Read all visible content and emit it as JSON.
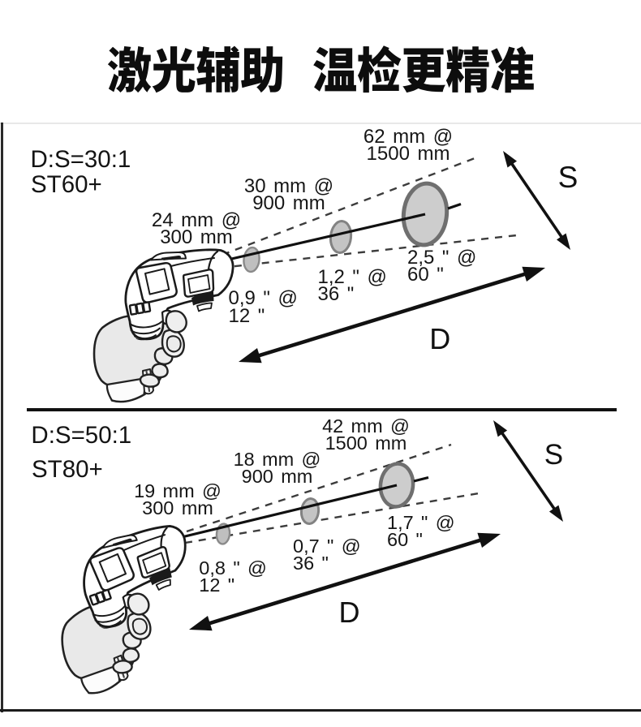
{
  "title": {
    "text": "激光辅助 温检更精准"
  },
  "colors": {
    "ink": "#1a1a1a",
    "spot_fill": "#cdcdcd",
    "spot_stroke": "#6f6f6f",
    "hand_fill": "#ececec",
    "background": "#ffffff"
  },
  "panel1": {
    "ratio": "D:S=30:1",
    "model": "ST60+",
    "metric_labels": [
      {
        "line1": "24 mm @",
        "line2": "300 mm"
      },
      {
        "line1": "30 mm @",
        "line2": "900 mm"
      },
      {
        "line1": "62 mm @",
        "line2": "1500 mm"
      }
    ],
    "imperial_labels": [
      {
        "line1": "0,9 \" @",
        "line2": "12 \""
      },
      {
        "line1": "1,2 \" @",
        "line2": "36 \""
      },
      {
        "line1": "2,5 \" @",
        "line2": "60 \""
      }
    ],
    "spot_axis_label": "S",
    "distance_axis_label": "D"
  },
  "panel2": {
    "ratio": "D:S=50:1",
    "model": "ST80+",
    "metric_labels": [
      {
        "line1": "19 mm @",
        "line2": "300 mm"
      },
      {
        "line1": "18 mm @",
        "line2": "900 mm"
      },
      {
        "line1": "42 mm @",
        "line2": "1500 mm"
      }
    ],
    "imperial_labels": [
      {
        "line1": "0,8 \" @",
        "line2": "12 \""
      },
      {
        "line1": "0,7 \" @",
        "line2": "36 \""
      },
      {
        "line1": "1,7 \" @",
        "line2": "60 \""
      }
    ],
    "spot_axis_label": "S",
    "distance_axis_label": "D"
  }
}
